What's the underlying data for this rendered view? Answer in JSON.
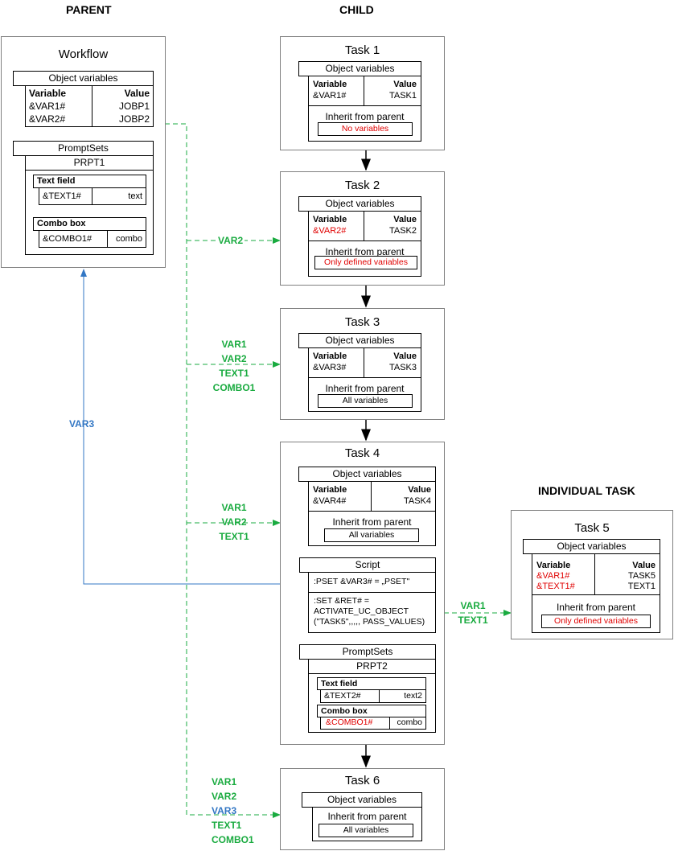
{
  "headers": {
    "parent": "PARENT",
    "child": "CHILD",
    "individual": "INDIVIDUAL TASK"
  },
  "workflow": {
    "title": "Workflow",
    "objvars": {
      "title": "Object variables",
      "col_variable": "Variable",
      "col_value": "Value",
      "rows": [
        {
          "var": "&VAR1#",
          "val": "JOBP1"
        },
        {
          "var": "&VAR2#",
          "val": "JOBP2"
        }
      ]
    },
    "promptsets": {
      "title": "PromptSets",
      "name": "PRPT1",
      "textfield": {
        "label": "Text field",
        "var": "&TEXT1#",
        "val": "text"
      },
      "combobox": {
        "label": "Combo box",
        "var": "&COMBO1#",
        "val": "combo"
      }
    }
  },
  "tasks": [
    {
      "title": "Task 1",
      "objvars_title": "Object variables",
      "col_variable": "Variable",
      "col_value": "Value",
      "var": "&VAR1#",
      "val": "TASK1",
      "inherit_title": "Inherit from parent",
      "inherit_value": "No variables"
    },
    {
      "title": "Task 2",
      "objvars_title": "Object variables",
      "col_variable": "Variable",
      "col_value": "Value",
      "var": "&VAR2#",
      "val": "TASK2",
      "inherit_title": "Inherit from parent",
      "inherit_value": "Only defined variables"
    },
    {
      "title": "Task 3",
      "objvars_title": "Object variables",
      "col_variable": "Variable",
      "col_value": "Value",
      "var": "&VAR3#",
      "val": "TASK3",
      "inherit_title": "Inherit from parent",
      "inherit_value": "All variables"
    },
    {
      "title": "Task 4",
      "objvars_title": "Object variables",
      "col_variable": "Variable",
      "col_value": "Value",
      "var": "&VAR4#",
      "val": "TASK4",
      "inherit_title": "Inherit from parent",
      "inherit_value": "All variables",
      "script": {
        "title": "Script",
        "line1": ":PSET &VAR3# = „PSET\"",
        "line2": ":SET &RET# =",
        "line3": "ACTIVATE_UC_OBJECT",
        "line4": "(\"TASK5\",,,,, PASS_VALUES)"
      },
      "promptsets": {
        "title": "PromptSets",
        "name": "PRPT2",
        "textfield": {
          "label": "Text field",
          "var": "&TEXT2#",
          "val": "text2"
        },
        "combobox": {
          "label": "Combo box",
          "var": "&COMBO1#",
          "val": "combo"
        }
      }
    },
    {
      "title": "Task 6",
      "objvars_title": "Object variables",
      "inherit_title": "Inherit from parent",
      "inherit_value": "All variables"
    }
  ],
  "task5": {
    "title": "Task 5",
    "objvars_title": "Object variables",
    "col_variable": "Variable",
    "col_value": "Value",
    "vars": [
      "&VAR1#",
      "&TEXT1#"
    ],
    "vals": [
      "TASK5",
      "TEXT1"
    ],
    "inherit_title": "Inherit from parent",
    "inherit_value": "Only defined variables"
  },
  "connectors": {
    "to_task2": [
      "VAR2"
    ],
    "to_task3": [
      "VAR1",
      "VAR2",
      "TEXT1",
      "COMBO1"
    ],
    "to_task4": [
      "VAR1",
      "VAR2",
      "TEXT1"
    ],
    "to_task5": [
      "VAR1",
      "TEXT1"
    ],
    "back_to_workflow": "VAR3",
    "to_task6": [
      "VAR1",
      "VAR2",
      "VAR3",
      "TEXT1",
      "COMBO1"
    ]
  },
  "colors": {
    "green": "#1aab40",
    "blue": "#3377c4",
    "red": "#e00000",
    "border": "#808080"
  }
}
